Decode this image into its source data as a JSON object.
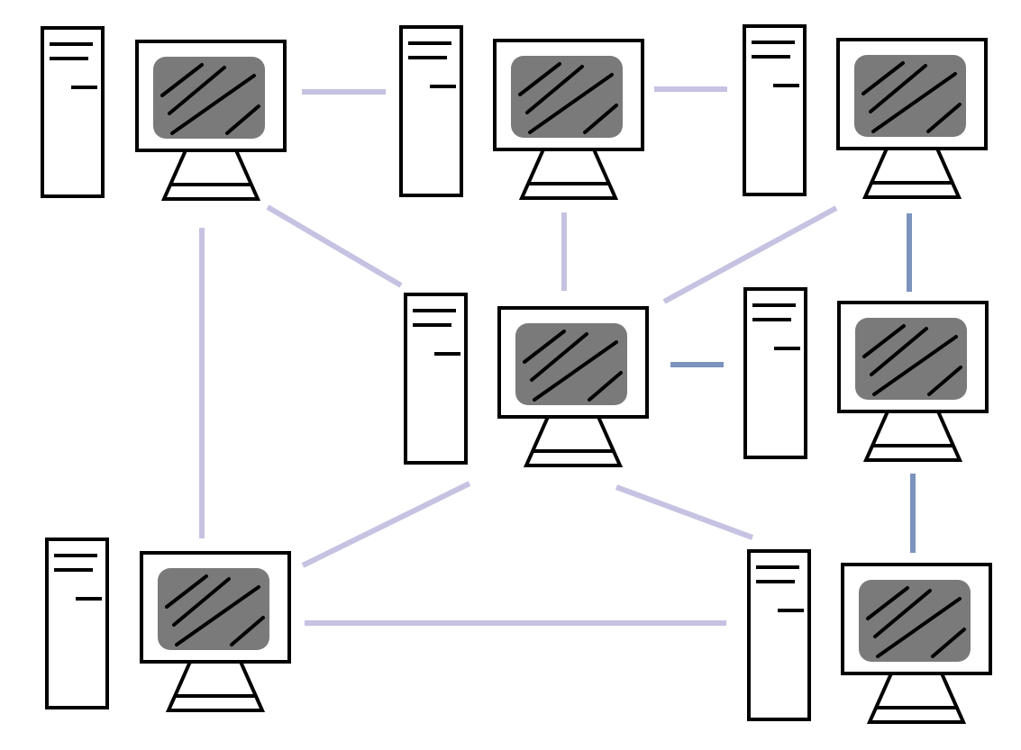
{
  "colors": {
    "background": "#ffffff",
    "outline": "#000000",
    "screen": "#7a7a7a",
    "link_light": "#c5c2e2",
    "link_dark": "#7b93bd"
  },
  "diagram": {
    "nodes": [
      {
        "id": "node-top-left",
        "icon": "desktop-computer-icon"
      },
      {
        "id": "node-top-middle",
        "icon": "desktop-computer-icon"
      },
      {
        "id": "node-top-right",
        "icon": "desktop-computer-icon"
      },
      {
        "id": "node-center",
        "icon": "desktop-computer-icon"
      },
      {
        "id": "node-middle-right",
        "icon": "desktop-computer-icon"
      },
      {
        "id": "node-bottom-left",
        "icon": "desktop-computer-icon"
      },
      {
        "id": "node-bottom-right",
        "icon": "desktop-computer-icon"
      }
    ],
    "links": [
      {
        "from": "node-top-left",
        "to": "node-top-middle",
        "style": "light"
      },
      {
        "from": "node-top-middle",
        "to": "node-top-right",
        "style": "light"
      },
      {
        "from": "node-top-left",
        "to": "node-center",
        "style": "light"
      },
      {
        "from": "node-top-middle",
        "to": "node-center",
        "style": "light"
      },
      {
        "from": "node-top-right",
        "to": "node-center",
        "style": "light"
      },
      {
        "from": "node-top-right",
        "to": "node-middle-right",
        "style": "dark"
      },
      {
        "from": "node-center",
        "to": "node-middle-right",
        "style": "dark"
      },
      {
        "from": "node-top-left",
        "to": "node-bottom-left",
        "style": "light"
      },
      {
        "from": "node-center",
        "to": "node-bottom-left",
        "style": "light"
      },
      {
        "from": "node-center",
        "to": "node-bottom-right",
        "style": "light"
      },
      {
        "from": "node-middle-right",
        "to": "node-bottom-right",
        "style": "dark"
      },
      {
        "from": "node-bottom-left",
        "to": "node-bottom-right",
        "style": "light"
      }
    ]
  }
}
